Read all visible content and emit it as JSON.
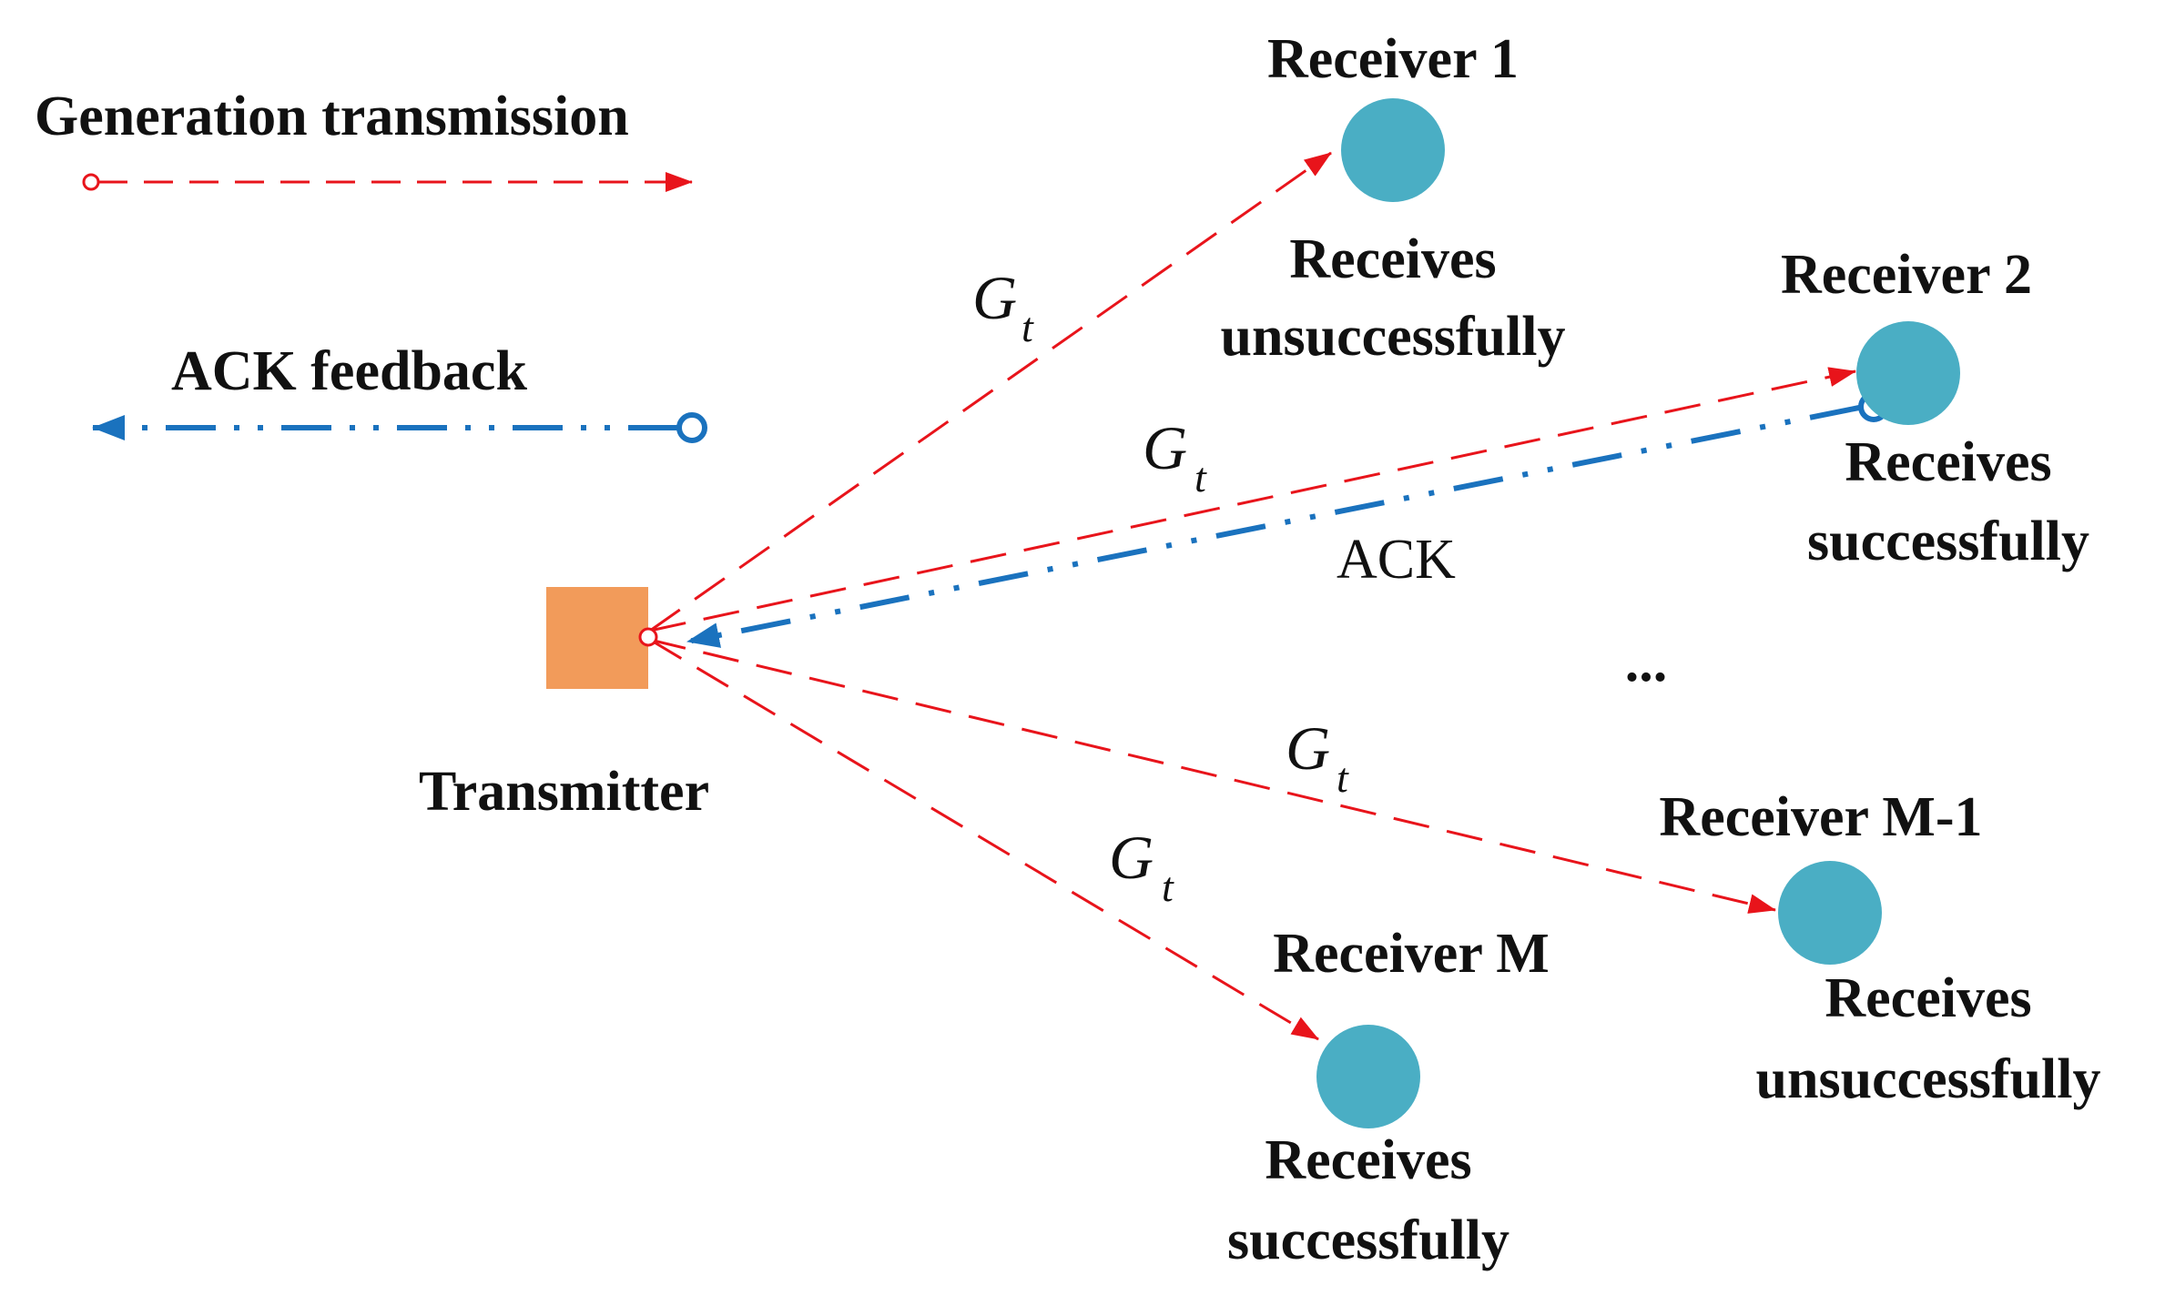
{
  "colors": {
    "generation": "#e8141b",
    "ack": "#1a72be",
    "receiver": "#4aaec4",
    "transmitter": "#f29b5a"
  },
  "legend": {
    "generation_label": "Generation transmission",
    "ack_label": "ACK feedback"
  },
  "transmitter": {
    "label": "Transmitter"
  },
  "receivers": [
    {
      "name": "Receiver 1",
      "status_line1": "Receives",
      "status_line2": "unsuccessfully"
    },
    {
      "name": "Receiver 2",
      "status_line1": "Receives",
      "status_line2": "successfully"
    },
    {
      "name": "Receiver M-1",
      "status_line1": "Receives",
      "status_line2": "unsuccessfully"
    },
    {
      "name": "Receiver M",
      "status_line1": "Receives",
      "status_line2": "successfully"
    }
  ],
  "links": {
    "gain_symbol": "G",
    "gain_subscript": "t",
    "ack_label": "ACK"
  },
  "ellipsis": "..."
}
